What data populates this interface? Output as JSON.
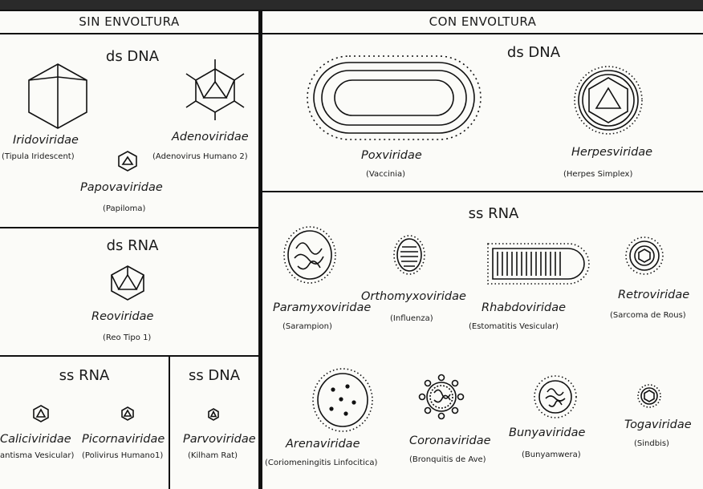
{
  "headers": {
    "left": "SIN ENVOLTURA",
    "right": "CON ENVOLTURA"
  },
  "sections": {
    "left_dsdna": "ds DNA",
    "left_dsrna": "ds RNA",
    "left_ssrna": "ss RNA",
    "left_ssdna": "ss DNA",
    "right_dsdna": "ds DNA",
    "right_ssrna": "ss RNA"
  },
  "families": {
    "iridoviridae": {
      "name": "Iridoviridae",
      "example": "(Tipula Iridescent)"
    },
    "adenoviridae": {
      "name": "Adenoviridae",
      "example": "(Adenovirus Humano 2)"
    },
    "papovaviridae": {
      "name": "Papovaviridae",
      "example": "(Papiloma)"
    },
    "reoviridae": {
      "name": "Reoviridae",
      "example": "(Reo Tipo 1)"
    },
    "caliciviridae": {
      "name": "Caliciviridae",
      "example": "antisma Vesicular)"
    },
    "picornaviridae": {
      "name": "Picornaviridae",
      "example": "(Polivirus Humano1)"
    },
    "parvoviridae": {
      "name": "Parvoviridae",
      "example": "(Kilham Rat)"
    },
    "poxviridae": {
      "name": "Poxviridae",
      "example": "(Vaccinia)"
    },
    "herpesviridae": {
      "name": "Herpesviridae",
      "example": "(Herpes Simplex)"
    },
    "paramyxoviridae": {
      "name": "Paramyxoviridae",
      "example": "(Sarampion)"
    },
    "orthomyxoviridae": {
      "name": "Orthomyxoviridae",
      "example": "(Influenza)"
    },
    "rhabdoviridae": {
      "name": "Rhabdoviridae",
      "example": "(Estomatitis Vesicular)"
    },
    "retroviridae": {
      "name": "Retroviridae",
      "example": "(Sarcoma de Rous)"
    },
    "arenaviridae": {
      "name": "Arenaviridae",
      "example": "(Coriomeningitis Linfocitica)"
    },
    "coronaviridae": {
      "name": "Coronaviridae",
      "example": "(Bronquitis de Ave)"
    },
    "bunyaviridae": {
      "name": "Bunyaviridae",
      "example": "(Bunyamwera)"
    },
    "togaviridae": {
      "name": "Togaviridae",
      "example": "(Sindbis)"
    }
  }
}
